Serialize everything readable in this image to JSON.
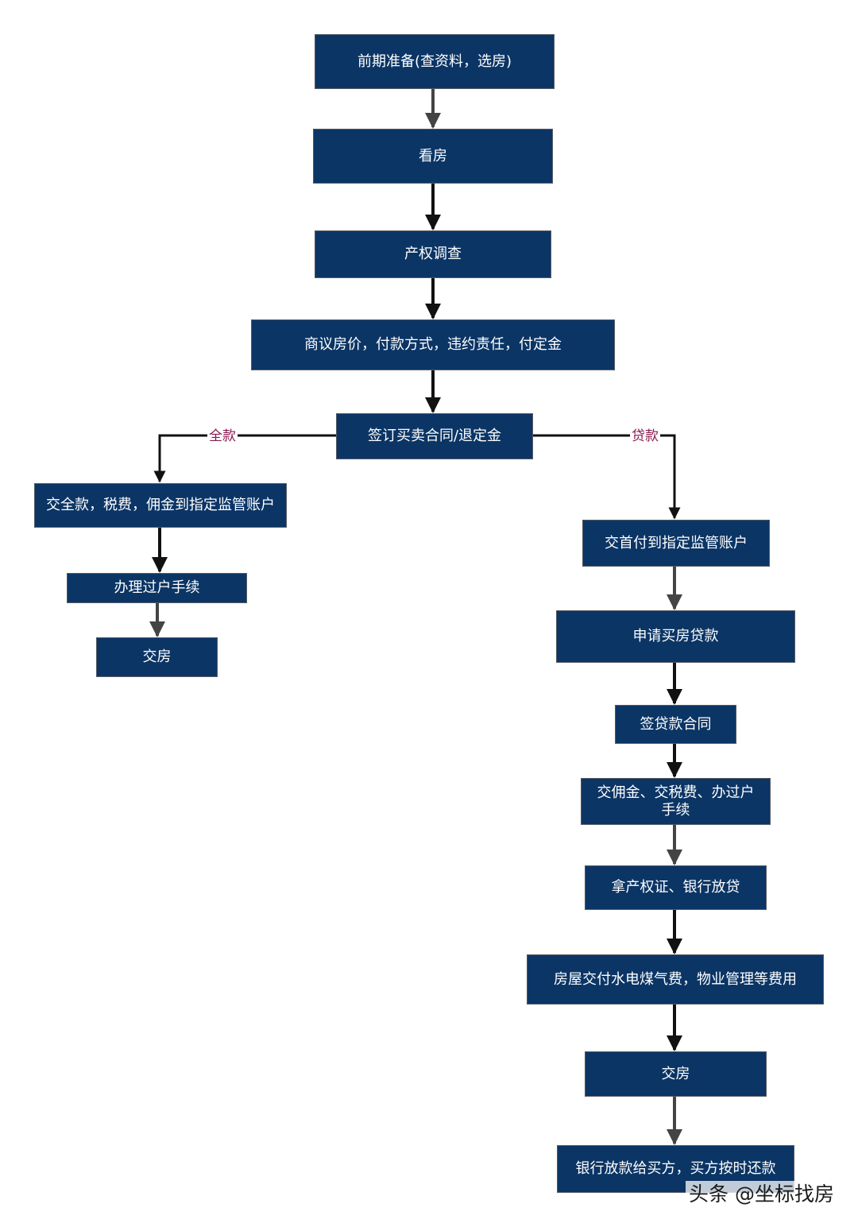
{
  "flowchart": {
    "main": {
      "step1": "前期准备(查资料，选房)",
      "step2": "看房",
      "step3": "产权调查",
      "step4": "商议房价，付款方式，违约责任，付定金",
      "step5": "签订买卖合同/退定金"
    },
    "branches": {
      "full_payment_label": "全款",
      "loan_label": "贷款"
    },
    "full_payment": {
      "step1": "交全款，税费，佣金到指定监管账户",
      "step2": "办理过户手续",
      "step3": "交房"
    },
    "loan": {
      "step1": "交首付到指定监管账户",
      "step2": "申请买房贷款",
      "step3": "签贷款合同",
      "step4": "交佣金、交税费、办过户手续",
      "step5": "拿产权证、银行放贷",
      "step6": "房屋交付水电煤气费，物业管理等费用",
      "step7": "交房",
      "step8": "银行放款给买方，买方按时还款"
    }
  },
  "footer": {
    "credit": "头条 @坐标找房"
  },
  "colors": {
    "node_fill": "#0b3565",
    "node_text": "#ffffff",
    "arrow_dark": "#111111",
    "arrow_gray": "#444444",
    "branch_label": "#8a1a4f"
  }
}
